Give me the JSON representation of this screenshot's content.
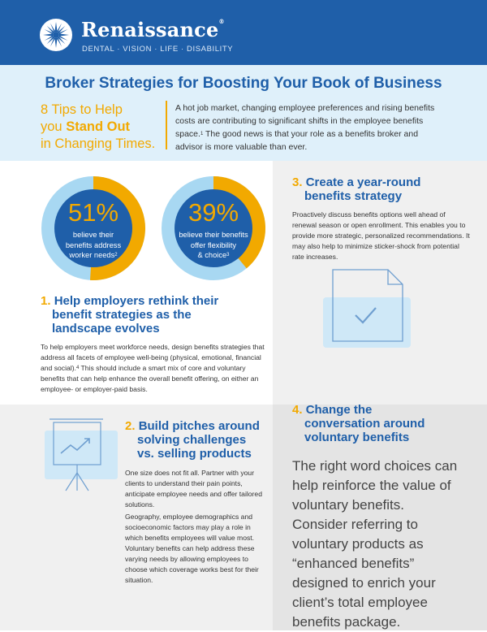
{
  "header": {
    "brand": "Renaissance",
    "reg": "®",
    "tagline": "DENTAL · VISION · LIFE · DISABILITY"
  },
  "title": "Broker Strategies for Boosting Your Book of Business",
  "tips": {
    "line1": "8 Tips to Help",
    "line2a": "you ",
    "line2b": "Stand Out",
    "line3": "in Changing Times."
  },
  "intro": {
    "text1": "A hot job market, changing employee preferences and rising benefits costs are contributing to significant shifts in the employee benefits space.",
    "sup": "1",
    "text2": " The good news is that your role as a benefits broker and advisor is more valuable than ever."
  },
  "stats": [
    {
      "value": "51%",
      "line1": "believe their",
      "line2": "benefits address",
      "line3": "worker needs",
      "sup": "2",
      "fraction": 0.51
    },
    {
      "value": "39%",
      "line1": "believe their benefits",
      "line2": "offer flexibility",
      "line3": "& choice",
      "sup": "3",
      "fraction": 0.39
    }
  ],
  "tip1": {
    "num": "1.",
    "title_l1": "Help employers rethink their",
    "title_l2": "benefit strategies as the",
    "title_l3": "landscape evolves",
    "body": "To help employers meet workforce needs, design benefits strategies that address all facets of employee well-being (physical, emotional, financial and social).",
    "sup": "4",
    "body2": " This should include a smart mix of core and voluntary benefits that can help enhance the overall benefit offering, on either an employee- or employer-paid basis."
  },
  "tip2": {
    "num": "2.",
    "title_l1": "Build pitches around",
    "title_l2": "solving challenges",
    "title_l3": "vs. selling products",
    "p1": "One size does not fit all. Partner with your clients to understand their pain points, anticipate employee needs and offer tailored solutions.",
    "p2": "Geography, employee demographics and socioeconomic factors may play a role in which benefits employees will value most. Voluntary benefits can help address these varying needs by allowing employees to choose which coverage works best for their situation."
  },
  "tip3": {
    "num": "3.",
    "title_l1": "Create a year-round",
    "title_l2": "benefits strategy",
    "body": "Proactively discuss benefits options well ahead of renewal season or open enrollment. This enables you to provide more strategic, personalized recommendations. It may also help to minimize sticker-shock from potential rate increases."
  },
  "tip4": {
    "num": "4.",
    "title_l1": "Change the",
    "title_l2": "conversation around",
    "title_l3": "voluntary benefits",
    "body": "The right word choices can help reinforce the value of voluntary benefits. Consider referring to voluntary products as “enhanced benefits” designed to enrich your client’s total employee benefits package."
  },
  "colors": {
    "brand_blue": "#1f5fa9",
    "gold": "#f2a900",
    "light_blue": "#a8d8f2",
    "dark_blue": "#1f5fa9"
  }
}
